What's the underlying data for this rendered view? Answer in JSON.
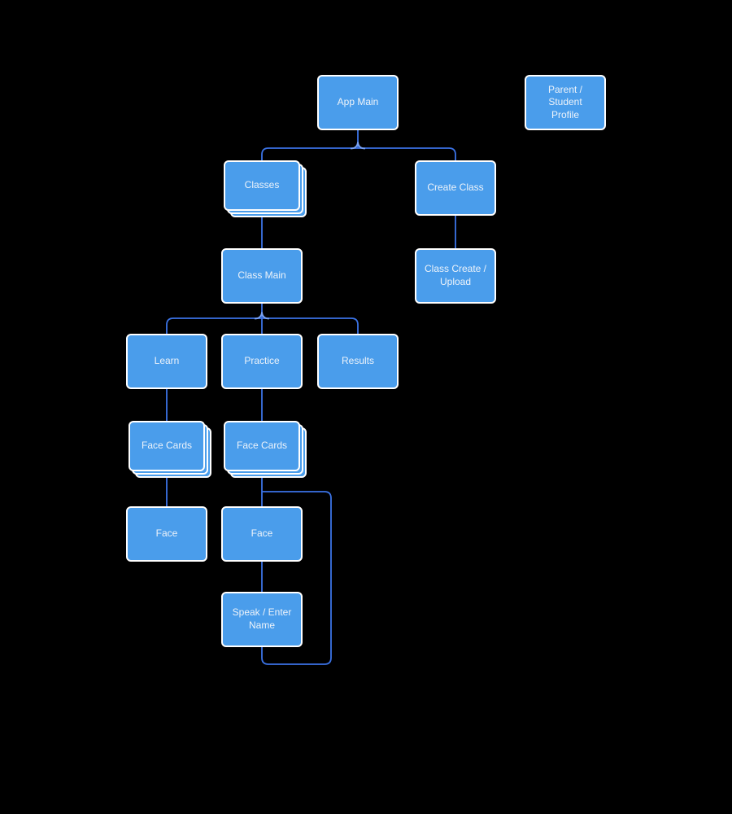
{
  "diagram": {
    "colors": {
      "background": "#000000",
      "node_fill": "#4A9DEB",
      "node_border": "#FFFFFF",
      "connector": "#3B73E6",
      "fork_mark": "#7AA2F3",
      "label_text": "#EDF3FA"
    },
    "nodes": {
      "app_main": {
        "label": "App Main",
        "stacked": false
      },
      "parent_student_profile": {
        "label": "Parent / Student\nProfile",
        "stacked": false
      },
      "classes": {
        "label": "Classes",
        "stacked": true
      },
      "create_class": {
        "label": "Create Class",
        "stacked": false
      },
      "class_main": {
        "label": "Class Main",
        "stacked": false
      },
      "class_create_upload": {
        "label": "Class Create /\nUpload",
        "stacked": false
      },
      "learn": {
        "label": "Learn",
        "stacked": false
      },
      "practice": {
        "label": "Practice",
        "stacked": false
      },
      "results": {
        "label": "Results",
        "stacked": false
      },
      "face_cards_learn": {
        "label": "Face Cards",
        "stacked": true
      },
      "face_cards_practice": {
        "label": "Face Cards",
        "stacked": true
      },
      "face_learn": {
        "label": "Face",
        "stacked": false
      },
      "face_practice": {
        "label": "Face",
        "stacked": false
      },
      "speak_enter_name": {
        "label": "Speak / Enter\nName",
        "stacked": false
      }
    },
    "edges": [
      {
        "from": "app_main",
        "to": "classes"
      },
      {
        "from": "app_main",
        "to": "create_class"
      },
      {
        "from": "classes",
        "to": "class_main"
      },
      {
        "from": "create_class",
        "to": "class_create_upload"
      },
      {
        "from": "class_main",
        "to": "learn"
      },
      {
        "from": "class_main",
        "to": "practice"
      },
      {
        "from": "class_main",
        "to": "results"
      },
      {
        "from": "learn",
        "to": "face_cards_learn"
      },
      {
        "from": "practice",
        "to": "face_cards_practice"
      },
      {
        "from": "face_cards_learn",
        "to": "face_learn"
      },
      {
        "from": "face_cards_practice",
        "to": "face_practice"
      },
      {
        "from": "face_practice",
        "to": "speak_enter_name"
      },
      {
        "from": "speak_enter_name",
        "to": "face_practice",
        "type": "loop-back"
      }
    ]
  }
}
